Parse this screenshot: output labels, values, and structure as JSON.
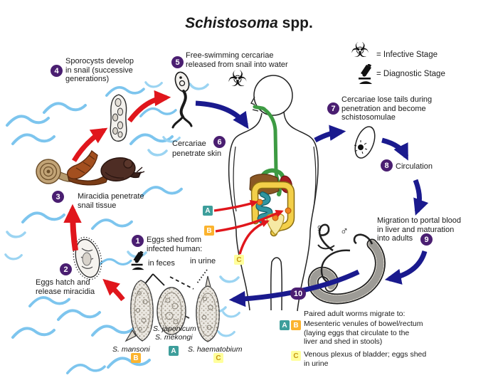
{
  "title": {
    "italic": "Schistosoma",
    "rest": " spp."
  },
  "legend": {
    "infective": "= Infective Stage",
    "diagnostic": "= Diagnostic Stage"
  },
  "steps": {
    "s1": {
      "num": "1",
      "lines": [
        "Eggs shed from",
        "infected human:"
      ],
      "in_feces": "in feces",
      "in_urine": "in urine"
    },
    "s2": {
      "num": "2",
      "lines": [
        "Eggs hatch and",
        "release miracidia"
      ]
    },
    "s3": {
      "num": "3",
      "lines": [
        "Miracidia penetrate",
        "snail tissue"
      ]
    },
    "s4": {
      "num": "4",
      "lines": [
        "Sporocysts develop",
        "in snail (successive",
        "generations)"
      ]
    },
    "s5": {
      "num": "5",
      "lines": [
        "Free-swimming cercariae",
        "released from snail into water"
      ]
    },
    "s6": {
      "num": "6",
      "lines": [
        "Cercariae",
        "penetrate skin"
      ]
    },
    "s7": {
      "num": "7",
      "lines": [
        "Cercariae lose tails during",
        "penetration and become",
        "schistosomulae"
      ]
    },
    "s8": {
      "num": "8",
      "text": "Circulation"
    },
    "s9": {
      "num": "9",
      "lines": [
        "Migration to portal blood",
        "in liver and maturation",
        "into adults"
      ]
    },
    "s10": {
      "num": "10",
      "intro": "Paired adult worms migrate to:",
      "ab_lines": [
        "Mesenteric venules of bowel/rectum",
        "(laying eggs that circulate to the",
        "liver and shed in stools)"
      ],
      "c_lines": [
        "Venous plexus of bladder; eggs shed",
        "in urine"
      ]
    }
  },
  "species": {
    "japonicum": "S. japonicum",
    "mekongi": "S. mekongi",
    "mansoni": "S. mansoni",
    "haematobium": "S. haematobium"
  },
  "markers": {
    "a": "A",
    "b": "B",
    "c": "C"
  },
  "symbols": {
    "biohazard": "☣",
    "female": "♀",
    "male": "♂"
  },
  "colors": {
    "step_badge": "#4a1e71",
    "red_arrow": "#e0161c",
    "blue_arrow": "#1a1a8e",
    "wave": "#7dc5ee",
    "marker_a": "#3d9e9b",
    "marker_b": "#fbb32e",
    "marker_c": "#ffff9c"
  }
}
